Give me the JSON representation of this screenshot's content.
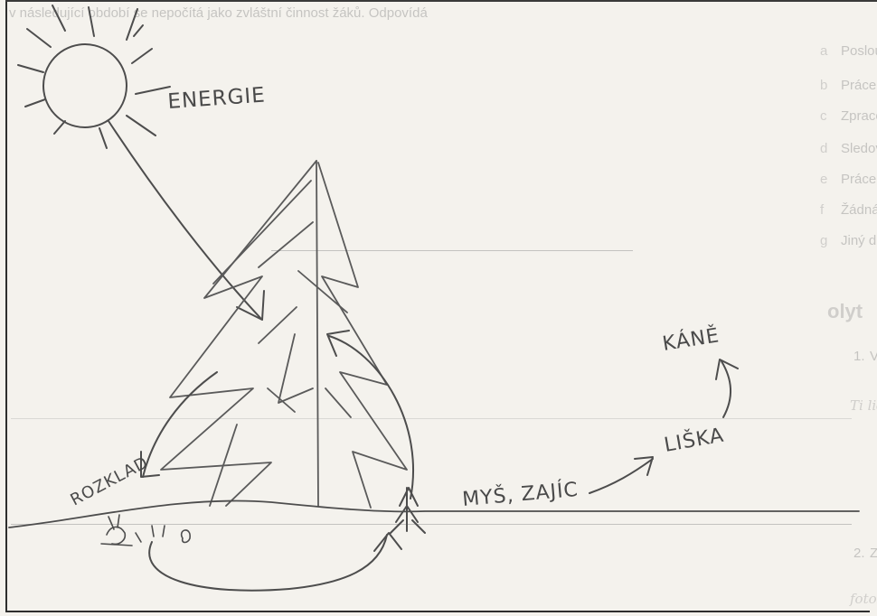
{
  "background_print": {
    "intro_line": "v následující období se nepočítá jako zvláštní činnost žáků. Odpovídá",
    "options": [
      "Poslouchání výkladu učitele",
      "Práce s mikroskopem a jiné praktické úlohy",
      "Zpracování samostatné práce – vždy si dělají informace sbírány nad / po hodinách",
      "Sledování naučných videí či dokumentů",
      "Práce ve skupině se spolužáky",
      "Žádná z uvedených možností",
      "Jiný druh aktivity, uveďte: "
    ],
    "option_markers": [
      "a",
      "b",
      "c",
      "d",
      "e",
      "f",
      "g"
    ],
    "section_heading": "olyt",
    "question_1_number": "1.",
    "question_1": "Vysvětli svými slovy, co je to potravní řetězec",
    "answer_1": "Ti lidé nebo zvířata, co se jedna jí tou druhou",
    "question_2_number": "2.",
    "question_2": "Zobraz pomocí většího obrázku s pomocí nich fotosyntéz",
    "answer_2": "fotosyntéza, listová zelená vlastně"
  },
  "sketch_labels": {
    "energy": "ENERGIE",
    "buzzard": "KÁNĚ",
    "fox": "LIŠKA",
    "mouse_hare": "MYŠ, ZAJÍC",
    "decomposition": "ROZKLAD"
  },
  "colors": {
    "paper": "#f4f2ed",
    "pencil": "#4a4a4a",
    "faded_print": "#8e8e8e",
    "frame": "#2e2e2e"
  }
}
